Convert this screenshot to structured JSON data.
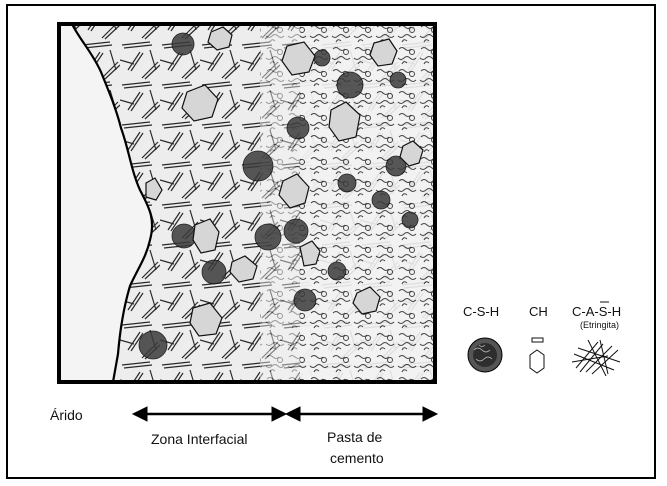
{
  "diagram": {
    "bottom_labels": {
      "aggregate": "Árido",
      "interfacial_zone": "Zona Interfacial",
      "paste_line1": "Pasta de",
      "paste_line2": "cemento"
    },
    "legend": {
      "csh": "C-S-H",
      "ch": "CH",
      "cash": "C-A-S-H",
      "cash_note": "(Etringita)"
    }
  }
}
